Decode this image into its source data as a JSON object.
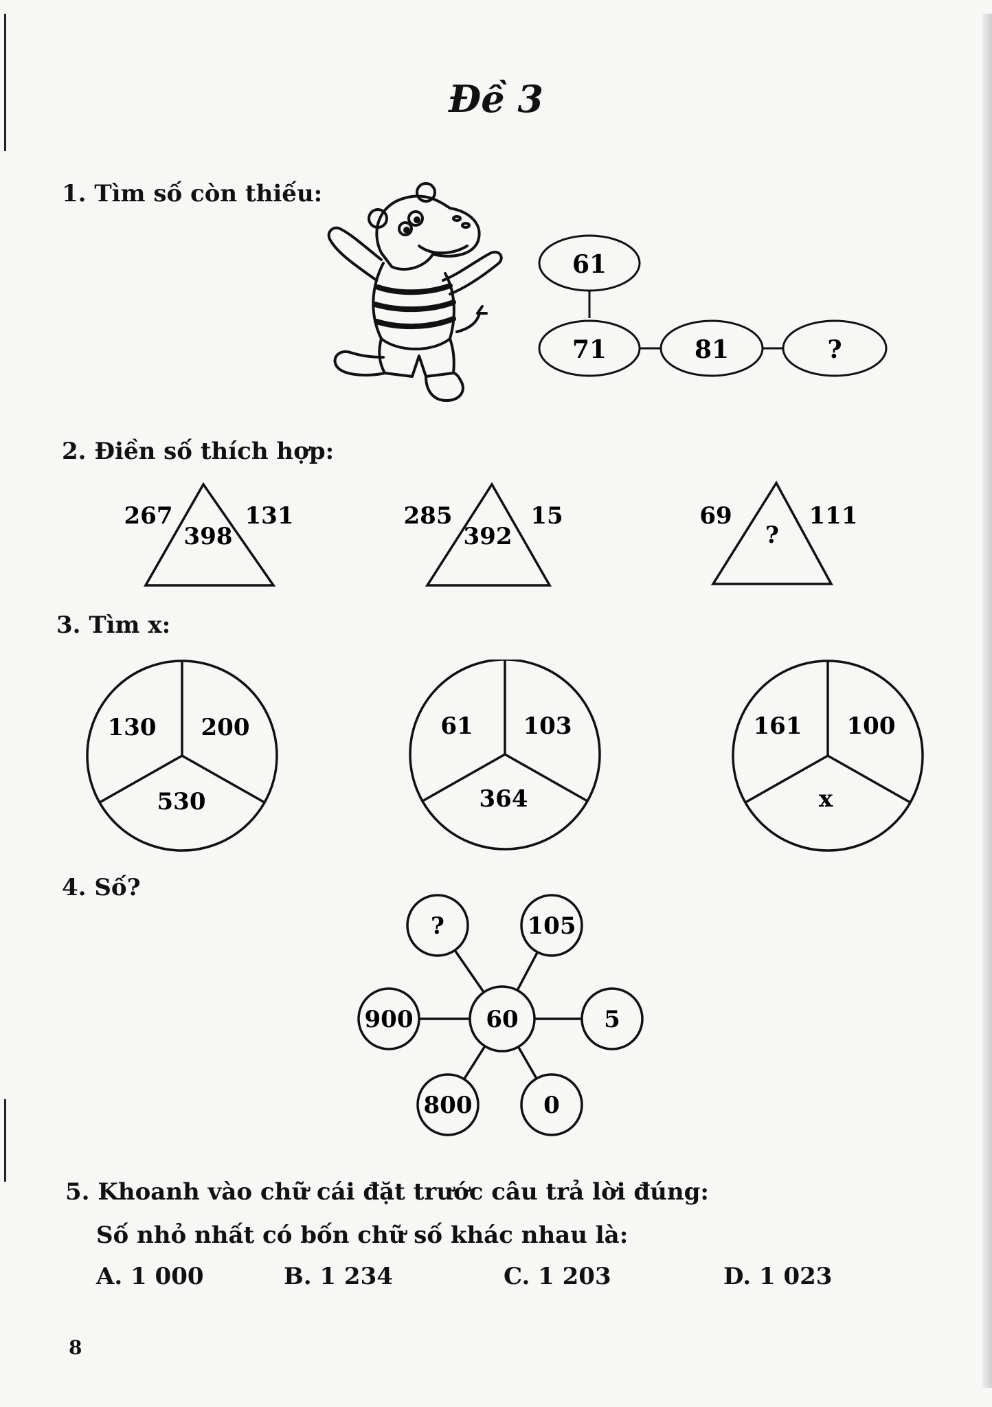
{
  "title": "Đề 3",
  "q1": {
    "label": "1.",
    "text": "Tìm số còn thiếu:",
    "chain": [
      "61",
      "71",
      "81",
      "?"
    ]
  },
  "q2": {
    "label": "2.",
    "text": "Điền số thích hợp:",
    "triangles": [
      {
        "left": "267",
        "right": "131",
        "center": "398"
      },
      {
        "left": "285",
        "right": "15",
        "center": "392"
      },
      {
        "left": "69",
        "right": "111",
        "center": "?"
      }
    ]
  },
  "q3": {
    "label": "3.",
    "text": "Tìm x:",
    "circles": [
      {
        "left": "130",
        "right": "200",
        "bottom": "530"
      },
      {
        "left": "61",
        "right": "103",
        "bottom": "364"
      },
      {
        "left": "161",
        "right": "100",
        "bottom": "x"
      }
    ]
  },
  "q4": {
    "label": "4.",
    "text": "Số?",
    "center": "60",
    "nodes": [
      "?",
      "105",
      "900",
      "5",
      "800",
      "0"
    ]
  },
  "q5": {
    "label": "5.",
    "text": "Khoanh vào chữ cái đặt trước câu trả lời đúng:",
    "question": "Số nhỏ nhất có bốn chữ số khác nhau là:",
    "options": [
      "A. 1 000",
      "B. 1 234",
      "C. 1 203",
      "D. 1 023"
    ]
  },
  "page_number": "8"
}
